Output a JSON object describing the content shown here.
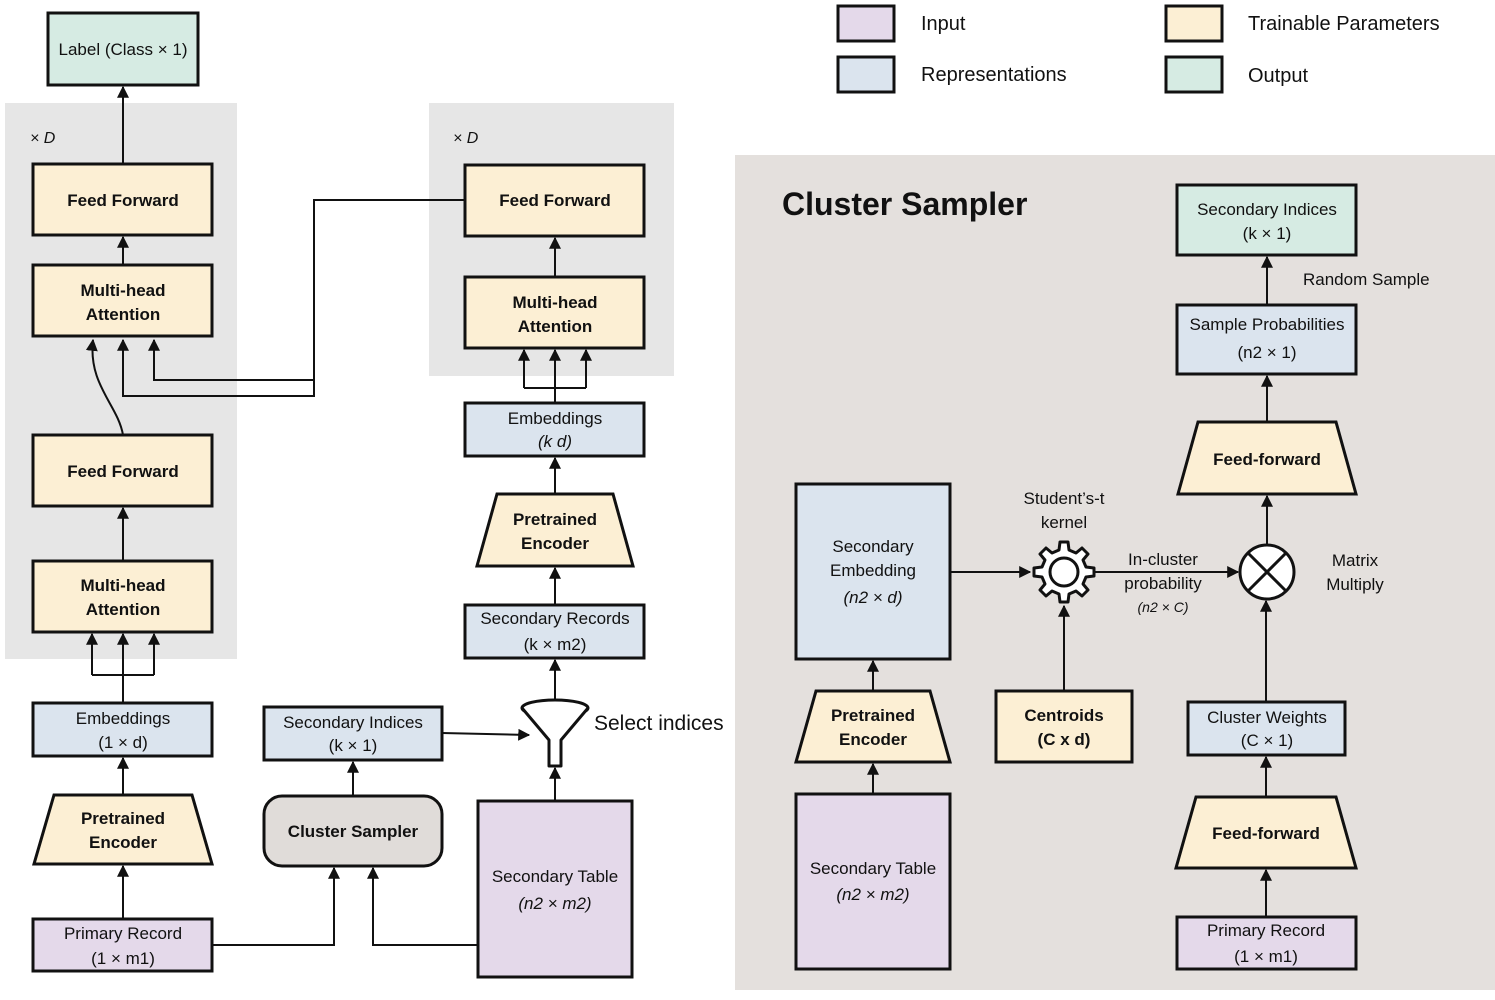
{
  "colors": {
    "input": "#e4d9ea",
    "representations": "#dbe4ee",
    "trainable": "#fcefd4",
    "output": "#d6ebe3",
    "panel": "#e6e6e6",
    "cluster_panel": "#e4e0dd",
    "sampler_node": "#e0dcd9"
  },
  "legend": {
    "input": "Input",
    "representations": "Representations",
    "trainable": "Trainable Parameters",
    "output": "Output"
  },
  "left": {
    "repeat_label": "× D",
    "label_box": "Label (Class × 1)",
    "ff_top": "Feed Forward",
    "mha_top": [
      "Multi-head",
      "Attention"
    ],
    "ff_bottom": "Feed Forward",
    "mha_bottom": [
      "Multi-head",
      "Attention"
    ],
    "embeddings": [
      "Embeddings",
      "(1 × d)"
    ],
    "encoder": [
      "Pretrained",
      "Encoder"
    ],
    "primary_record": [
      "Primary Record",
      "(1 × m1)"
    ]
  },
  "middle": {
    "repeat_label": "× D",
    "ff": "Feed Forward",
    "mha": [
      "Multi-head",
      "Attention"
    ],
    "embeddings": [
      "Embeddings",
      "(k  d)"
    ],
    "encoder": [
      "Pretrained",
      "Encoder"
    ],
    "secondary_records": [
      "Secondary Records",
      "(k × m2)"
    ],
    "select_label": "Select indices",
    "secondary_indices": [
      "Secondary Indices",
      "(k × 1)"
    ],
    "cluster_sampler": "Cluster Sampler",
    "secondary_table": [
      "Secondary Table",
      "(n2 × m2)"
    ]
  },
  "cluster": {
    "title": "Cluster Sampler",
    "secondary_indices": [
      "Secondary Indices",
      "(k × 1)"
    ],
    "random_sample": "Random Sample",
    "sample_probabilities": [
      "Sample Probabilities",
      "(n2 × 1)"
    ],
    "ff_top": "Feed-forward",
    "secondary_embedding": [
      "Secondary",
      "Embedding",
      "(n2 × d)"
    ],
    "students_kernel": [
      "Student’s-t",
      "kernel"
    ],
    "in_cluster": [
      "In-cluster",
      "probability",
      "(n2 × C)"
    ],
    "matrix_multiply": [
      "Matrix",
      "Multiply"
    ],
    "encoder": [
      "Pretrained",
      "Encoder"
    ],
    "centroids": [
      "Centroids",
      "(C x d)"
    ],
    "cluster_weights": [
      "Cluster Weights",
      "(C × 1)"
    ],
    "secondary_table": [
      "Secondary Table",
      "(n2 × m2)"
    ],
    "ff_bottom": "Feed-forward",
    "primary_record": [
      "Primary Record",
      "(1 × m1)"
    ]
  }
}
